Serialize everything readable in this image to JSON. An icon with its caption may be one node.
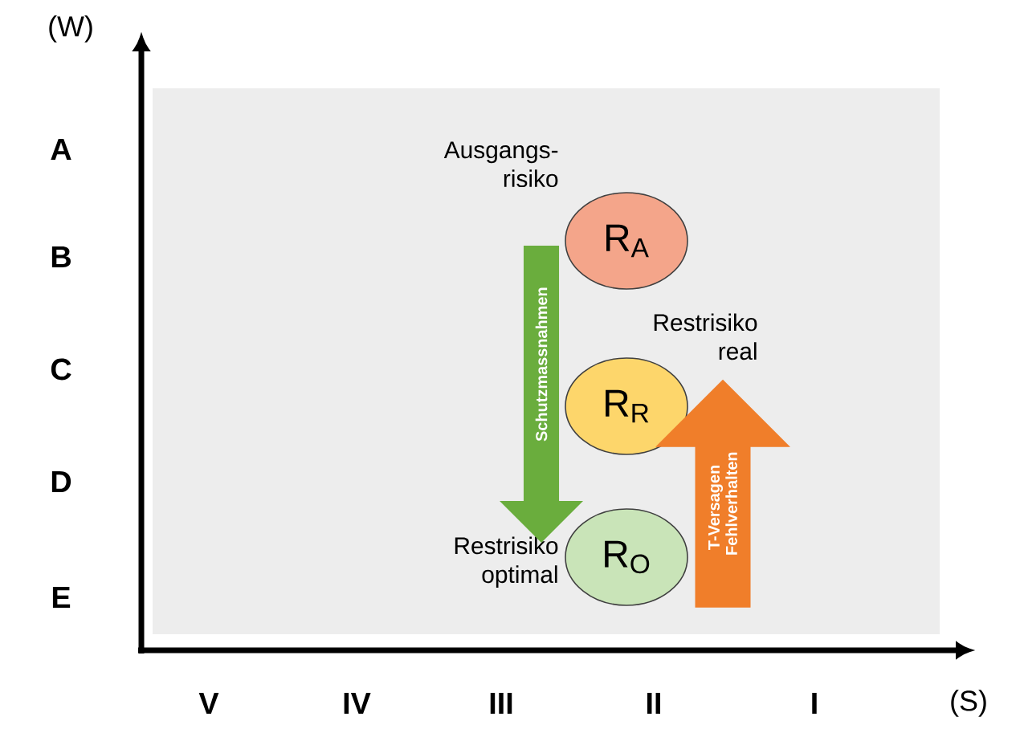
{
  "diagram": {
    "nodes": [
      {
        "text": [
          "R$_{A}$"
        ],
        "beside": [
          "Ausgangs- risiko"
        ]
      },
      {
        "text": [
          "R$_{R}$"
        ],
        "beside": [
          "Restrisiko real"
        ]
      },
      {
        "text": [
          "R$_{O}$"
        ],
        "beside": [
          "Restrisiko optimal"
        ]
      },
      {
        "text": [
          "Schutzmassnahmen"
        ]
      },
      {
        "text": [
          "T-Versagen Fehlverhalten"
        ]
      }
    ],
    "labels": [
      "(W)",
      "A",
      "B",
      "C",
      "D",
      "E",
      "V",
      "IV",
      "III",
      "II",
      "I",
      "(S)"
    ]
  }
}
